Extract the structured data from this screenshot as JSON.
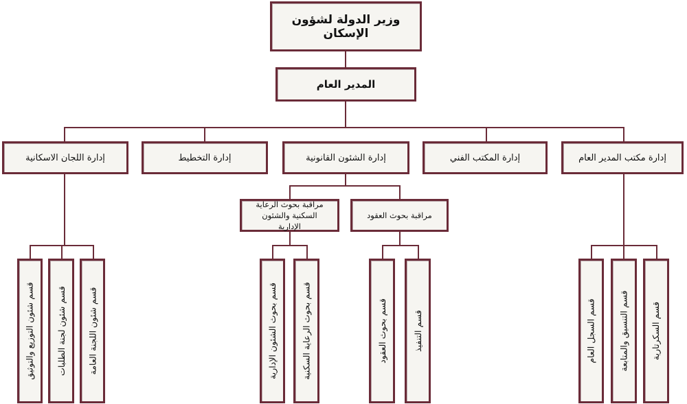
{
  "minister": "وزير الدولة لشؤون الإسكان",
  "general_manager": "المدير العام",
  "departments": [
    "إدارة اللجان الاسكانية",
    "إدارة التخطيط",
    "إدارة الشئون القانونية",
    "إدارة المكتب الفني",
    "إدارة مكتب المدير العام"
  ],
  "legal_units": [
    "مراقبة بحوث الرعاية السكنية والشئون الإدارية",
    "مراقبة بحوث العقود"
  ],
  "sections": {
    "committees": [
      "قسم شئون التوزيع والتوثيق",
      "قسم شئون لجنة الطلبات",
      "قسم شئون اللجنة العامة"
    ],
    "care_admin": [
      "قسم بحوث الشئون الإدارية",
      "قسم بحوث الرعاية السكنية"
    ],
    "contracts": [
      "قسم بحوث العقود",
      "قسم التنفيذ"
    ],
    "gm_office": [
      "قسم السجل العام",
      "قسم التنسيق والمتابعة",
      "قسم السكرتارية"
    ]
  },
  "colors": {
    "border": "#6a2b38",
    "fill": "#f6f5f1"
  }
}
